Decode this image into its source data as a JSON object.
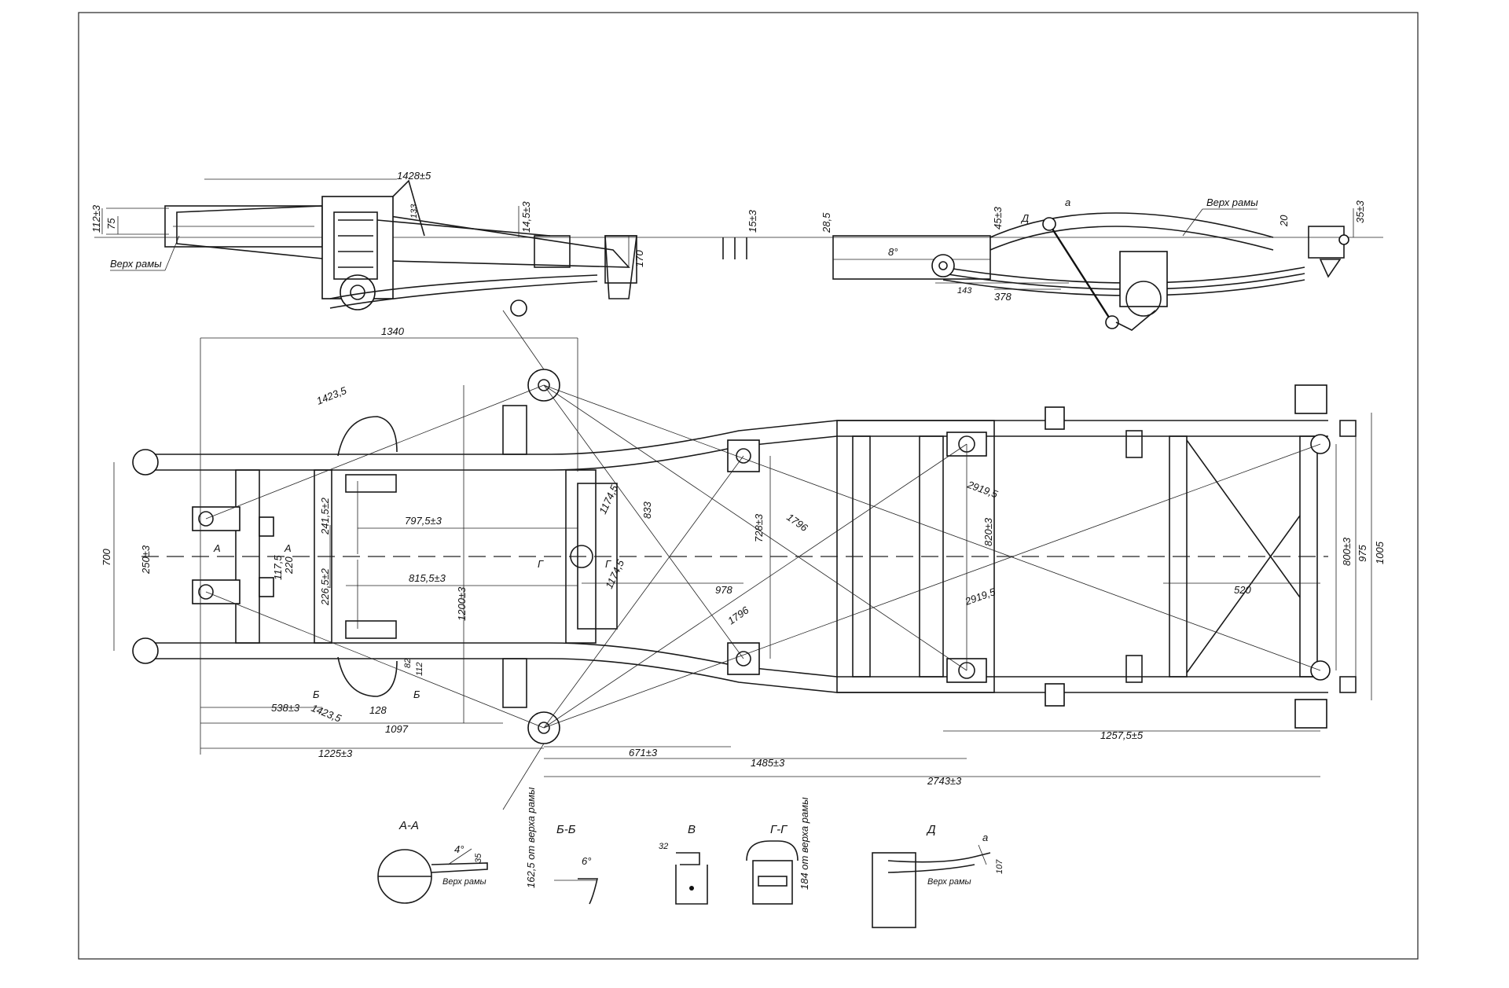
{
  "side_view": {
    "labels": {
      "verkh_ramy_left": "Верх рамы",
      "verkh_ramy_right": "Верх рамы",
      "d_marker": "Д",
      "a_marker": "а"
    },
    "dims": {
      "d_1428": "1428±5",
      "d_112": "112±3",
      "d_75": "75",
      "d_133": "133",
      "d_145": "14,5±3",
      "d_170": "170",
      "d_15": "15±3",
      "d_285": "28,5",
      "d_8deg": "8°",
      "d_45": "45±3",
      "d_20": "20",
      "d_35": "35±3",
      "d_143": "143",
      "d_378": "378"
    }
  },
  "plan_view": {
    "section_markers": {
      "a_left": "А",
      "a_right": "А",
      "b_left": "Б",
      "b_right": "Б",
      "g_left": "Г",
      "g_right": "Г"
    },
    "dims": {
      "d_1340": "1340",
      "d_14235_top": "1423,5",
      "d_14235_bot": "1423,5",
      "d_700": "700",
      "d_250": "250±3",
      "d_1175": "117,5",
      "d_220": "220",
      "d_2415": "241,5±2",
      "d_2265": "226,5±2",
      "d_7975": "797,5±3",
      "d_8155": "815,5±3",
      "d_1200": "1200±3",
      "d_11745_top": "1174,5",
      "d_11745_bot": "1174,5",
      "d_833": "833",
      "d_978": "978",
      "d_728": "728±3",
      "d_1796_top": "1796",
      "d_1796_bot": "1796",
      "d_820": "820±3",
      "d_29195_top": "2919,5",
      "d_29195_bot": "2919,5",
      "d_520": "520",
      "d_800": "800±3",
      "d_975": "975",
      "d_1005": "1005",
      "d_82": "82",
      "d_112b": "112",
      "d_128": "128",
      "d_538": "538±3",
      "d_1097": "1097",
      "d_1225": "1225±3",
      "d_671": "671±3",
      "d_1485": "1485±3",
      "d_2743": "2743±3",
      "d_12575": "1257,5±5"
    }
  },
  "details": {
    "aa": {
      "title": "А-А",
      "angle": "4°",
      "dim": "35",
      "note": "Верх рамы"
    },
    "bb": {
      "title": "Б-Б",
      "angle": "6°",
      "note": "162,5 от верха рамы"
    },
    "v": {
      "title": "В",
      "dim": "32"
    },
    "gg": {
      "title": "Г-Г",
      "note": "184 от верха рамы"
    },
    "d": {
      "title": "Д",
      "marker": "а",
      "dim": "107",
      "note": "Верх рамы"
    }
  }
}
